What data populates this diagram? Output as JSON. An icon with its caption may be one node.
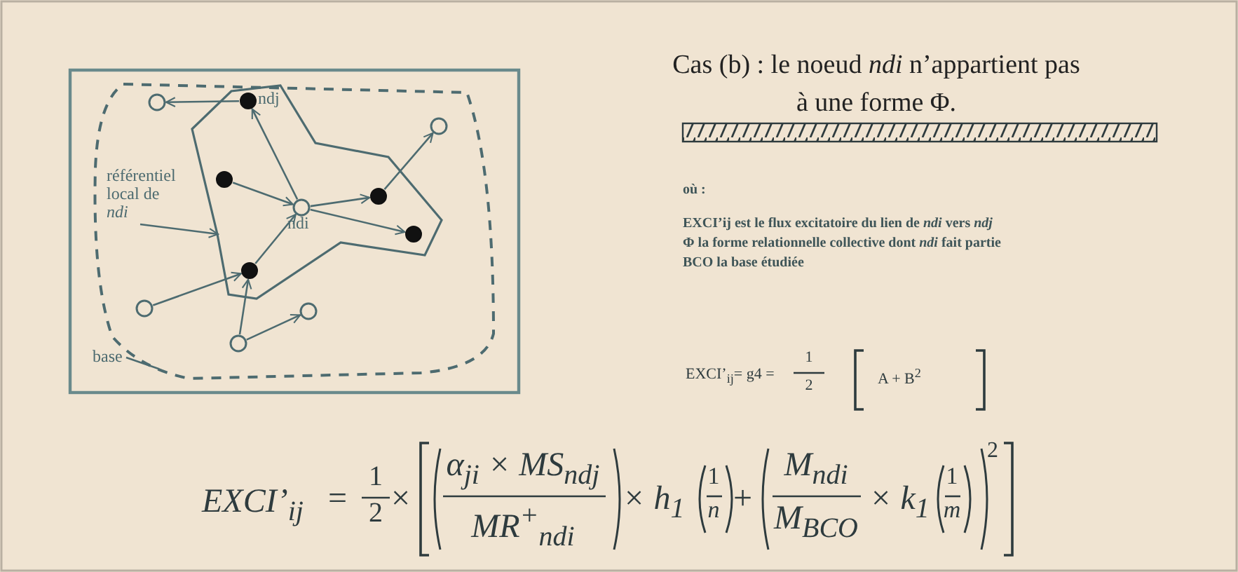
{
  "diagram": {
    "title": "Cas (b) : le noeud *ndi* n’appartient pas à une forme Φ.",
    "nodes": [
      {
        "text": [],
        "shape": "region"
      },
      {
        "text": [],
        "shape": "polygon",
        "in": 0
      },
      {
        "text": [],
        "shape": "circle",
        "in": 0
      },
      {
        "text": [],
        "shape": "dot",
        "in": 1,
        "beside": [
          "ndj"
        ]
      },
      {
        "text": [],
        "shape": "circle",
        "in": 0
      },
      {
        "text": [],
        "shape": "dot",
        "in": 1
      },
      {
        "text": [],
        "shape": "circle",
        "in": 1,
        "beside": [
          "ndi"
        ]
      },
      {
        "text": [],
        "shape": "dot",
        "in": 1
      },
      {
        "text": [],
        "shape": "dot",
        "in": 1
      },
      {
        "text": [],
        "shape": "dot",
        "in": 1
      },
      {
        "text": [],
        "shape": "circle",
        "in": 0
      },
      {
        "text": [],
        "shape": "circle",
        "in": 0
      },
      {
        "text": [],
        "shape": "circle",
        "in": 0
      },
      {
        "text": [
          "référentiel local de *ndi*"
        ],
        "in": 0
      },
      {
        "text": [
          "base"
        ]
      },
      {
        "text": [],
        "shape": "bar"
      }
    ],
    "edges": [
      {
        "from": 3,
        "to": 2,
        "arrow": "to"
      },
      {
        "from": 5,
        "to": 6,
        "arrow": "to"
      },
      {
        "from": 6,
        "to": 3,
        "arrow": "to"
      },
      {
        "from": 6,
        "to": 7,
        "arrow": "to"
      },
      {
        "from": 6,
        "to": 8,
        "arrow": "to"
      },
      {
        "from": 7,
        "to": 4,
        "arrow": "to"
      },
      {
        "from": 9,
        "to": 6,
        "arrow": "to"
      },
      {
        "from": 10,
        "to": 9,
        "arrow": "to"
      },
      {
        "from": 12,
        "to": 9,
        "arrow": "to"
      },
      {
        "from": 12,
        "to": 11,
        "arrow": "to"
      },
      {
        "from": 13,
        "to": 1,
        "arrow": "to"
      },
      {
        "from": 14,
        "to": 0,
        "arrow": "none"
      }
    ],
    "labels": [
      "où :",
      "EXCI’ij est le flux excitatoire du lien de *ndi* vers *ndj*",
      "Φ la forme relationnelle collective dont *ndi* fait partie",
      "BCO la base étudiée",
      "EXCI’$_{ij}$= g4 =",
      "1",
      "2",
      "A + B$^{2}$",
      "EXCI’$_{ij}$",
      "=",
      "1",
      "2",
      "×",
      "α$_{ji}$ × MS$_{ndj}$",
      "MR$^{+}$$_{ndi}$",
      "× h$_{1}$",
      "1",
      "n",
      "+",
      "M$_{ndi}$",
      "M$_{BCO}$",
      "× k$_{1}$",
      "1",
      "m",
      "2"
    ]
  }
}
